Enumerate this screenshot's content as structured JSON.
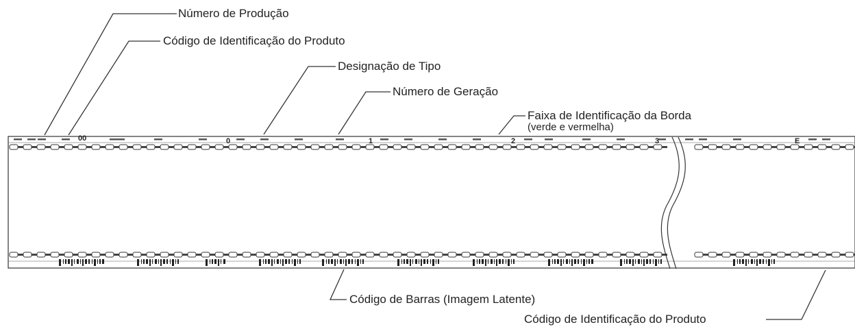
{
  "labels": {
    "numero_producao": "Número de Produção",
    "codigo_id_produto_top": "Código de Identificação do Produto",
    "designacao_tipo": "Designação de Tipo",
    "numero_geracao": "Número de Geração",
    "faixa_borda_line1": "Faixa de Identificação da Borda",
    "faixa_borda_line2": "(verde e vermelha)",
    "codigo_barras": "Código de Barras (Imagem Latente)",
    "codigo_id_produto_bottom": "Código de Identificação do Produto"
  },
  "film_edge_numbers": [
    "00",
    "0",
    "1",
    "2",
    "3",
    "E"
  ]
}
